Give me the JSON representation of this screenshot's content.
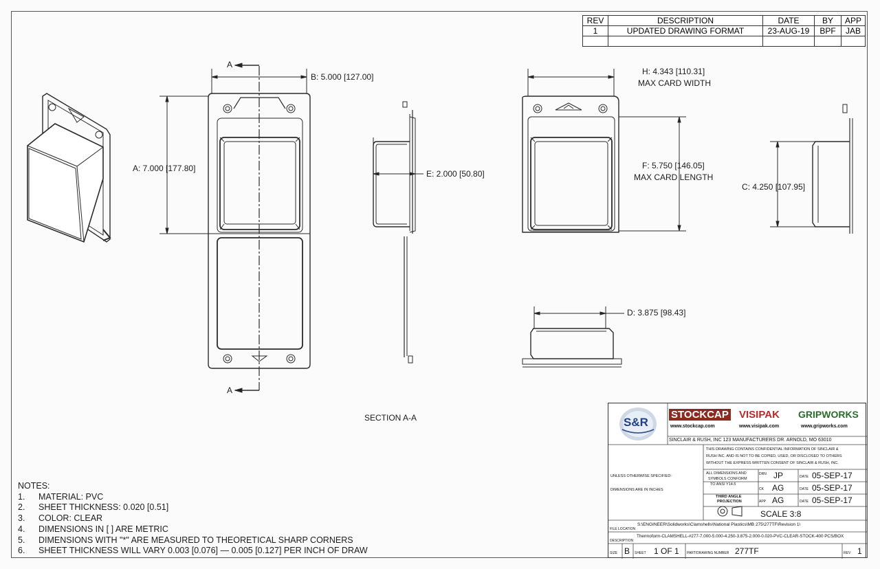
{
  "revision_table": {
    "headers": [
      "REV",
      "DESCRIPTION",
      "DATE",
      "BY",
      "APP"
    ],
    "rows": [
      [
        "1",
        "UPDATED DRAWING FORMAT",
        "23-AUG-19",
        "BPF",
        "JAB"
      ]
    ]
  },
  "dimensions": {
    "a": "A: 7.000",
    "a_metric": "177.80",
    "b": "B: 5.000",
    "b_metric": "127.00",
    "e": "E: 2.000",
    "e_metric": "50.80",
    "h": "H: 4.343",
    "h_metric": "110.31",
    "h_note": "MAX CARD WIDTH",
    "f": "F: 5.750",
    "f_metric": "146.05",
    "f_note": "MAX CARD LENGTH",
    "c": "C: 4.250",
    "c_metric": "107.95",
    "d": "D: 3.875",
    "d_metric": "98.43"
  },
  "section_marks": {
    "top": "A",
    "bottom": "A",
    "label": "SECTION A-A"
  },
  "notes": {
    "title": "NOTES:",
    "items": [
      {
        "num": "1.",
        "text": "MATERIAL: PVC"
      },
      {
        "num": "2.",
        "text": "SHEET THICKNESS: 0.020 [0.51]"
      },
      {
        "num": "3.",
        "text": "COLOR: CLEAR"
      },
      {
        "num": "4.",
        "text": "DIMENSIONS IN [ ] ARE METRIC"
      },
      {
        "num": "5.",
        "text": "DIMENSIONS WITH \"*\" ARE MEASURED TO THEORETICAL SHARP CORNERS"
      },
      {
        "num": "6.",
        "text": "SHEET THICKNESS WILL VARY 0.003 [0.076] — 0.005 [0.127] PER INCH OF DRAW"
      }
    ]
  },
  "title_block": {
    "logo": "S&R",
    "brands": {
      "stockcap": "STOCKCAP",
      "stockcap_url": "www.stockcap.com",
      "visipak": "VISIPAK",
      "visipak_url": "www.visipak.com",
      "gripworks": "GRIPWORKS",
      "gripworks_url": "www.gripworks.com"
    },
    "company_line": "SINCLAIR & RUSH, INC 123 MANUFACTURERS DR. ARNOLD, MO 63010",
    "confidential_1": "THIS DRAWING CONTAINS CONFIDENTIAL INFORMATION OF SINCLAIR &",
    "confidential_2": "RUSH INC. AND IS NOT TO BE COPIED, USED, OR DISCLOSED TO OTHERS",
    "confidential_3": "WITHOUT THE EXPRESS WRITTEN CONSENT OF SINCLAIR & RUSH, INC.",
    "unless": "UNLESS OTHERWISE SPECIFIED:",
    "dims_inches": "DIMENSIONS ARE IN INCHES",
    "conform_1": "ALL DIMENSIONS AND",
    "conform_2": "SYMBOLS CONFORM",
    "conform_3": "TO ANSI Y14.5",
    "third_angle_1": "THIRD ANGLE",
    "third_angle_2": "PROJECTION",
    "drn_label": "DRN",
    "chk_label": "CK",
    "app_label": "APP",
    "date_label": "DATE",
    "drn": "JP",
    "drn_date": "05-SEP-17",
    "chk": "AG",
    "chk_date": "05-SEP-17",
    "app": "AG",
    "app_date": "05-SEP-17",
    "scale": "SCALE 3:8",
    "file_location_label": "FILE LOCATION",
    "file_location": "S:\\ENGINEER\\Solidworks\\Clamshells\\National Plastics\\MB 275\\277TF\\Revision 1\\",
    "description_label": "DESCRIPTION",
    "description": "Thermoform-CLAMSHELL-#277-7.000-5.000-4.250-3.875-2.000-0.020-PVC-CLEAR-STOCK-400 PCS/BOX",
    "size_label": "SIZE",
    "size": "B",
    "sheet_label": "SHEET",
    "sheet": "1 OF 1",
    "part_label": "PART/DRAWING NUMBER",
    "part": "277TF",
    "rev_label": "REV",
    "rev": "1"
  }
}
